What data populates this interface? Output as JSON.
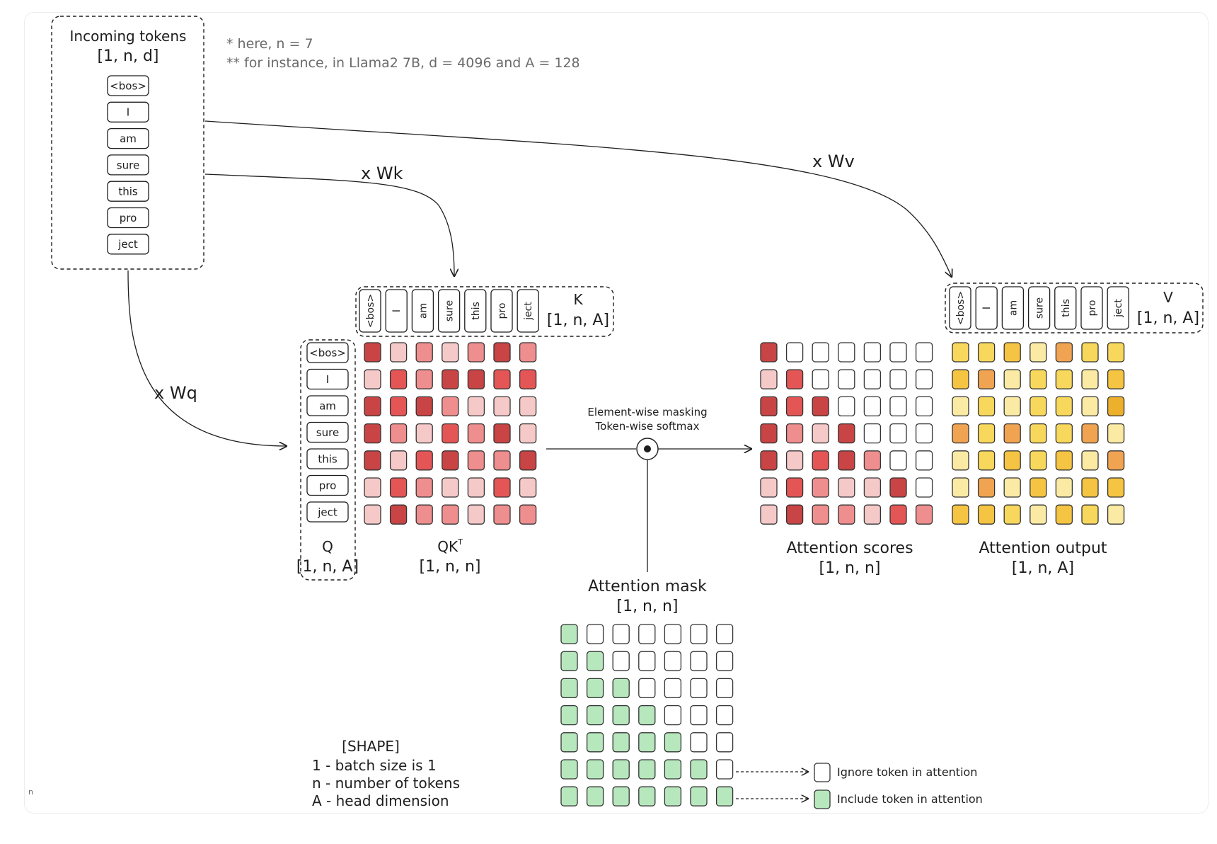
{
  "notes": {
    "line1": "* here, n = 7",
    "line2": "** for instance, in Llama2 7B, d = 4096 and A = 128"
  },
  "incoming": {
    "title": "Incoming tokens",
    "shape": "[1, n, d]"
  },
  "tokens": [
    "<bos>",
    "I",
    "am",
    "sure",
    "this",
    "pro",
    "ject"
  ],
  "ops": {
    "wq": "x Wq",
    "wk": "x Wk",
    "wv": "x Wv"
  },
  "k": {
    "label": "K",
    "shape": "[1, n, A]"
  },
  "v": {
    "label": "V",
    "shape": "[1, n, A]"
  },
  "q": {
    "label": "Q",
    "shape": "[1, n, A]"
  },
  "qk": {
    "label": "QK",
    "sup": "T",
    "shape": "[1, n, n]"
  },
  "masking": {
    "line1": "Element-wise masking",
    "line2": "Token-wise softmax"
  },
  "mask": {
    "label": "Attention mask",
    "shape": "[1, n, n]"
  },
  "scores": {
    "label": "Attention scores",
    "shape": "[1, n, n]"
  },
  "output": {
    "label": "Attention output",
    "shape": "[1, n, A]"
  },
  "legend": {
    "ignore": "Ignore token in attention",
    "include": "Include token in attention"
  },
  "shape_legend": {
    "title": "[SHAPE]",
    "lines": [
      "1 - batch size is 1",
      "n - number of tokens",
      "A - head dimension"
    ]
  },
  "corner_mark": "n",
  "colors": {
    "red": [
      "#f6c9c9",
      "#ef8e8e",
      "#e45656",
      "#c94444"
    ],
    "yellow": [
      "#fbeaa4",
      "#f8d85c",
      "#f4c442",
      "#f0a452",
      "#ecb02c"
    ],
    "green": "#b7e8bd"
  },
  "grids": {
    "qk": [
      [
        3,
        0,
        1,
        0,
        1,
        3,
        1
      ],
      [
        0,
        2,
        1,
        3,
        3,
        2,
        2
      ],
      [
        3,
        2,
        3,
        1,
        0,
        0,
        0
      ],
      [
        3,
        1,
        0,
        2,
        1,
        3,
        0
      ],
      [
        3,
        0,
        2,
        3,
        1,
        1,
        3
      ],
      [
        0,
        2,
        1,
        0,
        0,
        2,
        0
      ],
      [
        0,
        3,
        1,
        1,
        0,
        1,
        1
      ]
    ],
    "scores": [
      [
        3,
        -1,
        -1,
        -1,
        -1,
        -1,
        -1
      ],
      [
        0,
        2,
        -1,
        -1,
        -1,
        -1,
        -1
      ],
      [
        3,
        2,
        3,
        -1,
        -1,
        -1,
        -1
      ],
      [
        3,
        1,
        0,
        3,
        -1,
        -1,
        -1
      ],
      [
        3,
        0,
        2,
        3,
        1,
        -1,
        -1
      ],
      [
        0,
        2,
        1,
        0,
        0,
        3,
        -1
      ],
      [
        0,
        3,
        1,
        1,
        0,
        2,
        1
      ]
    ],
    "output": [
      [
        1,
        1,
        2,
        0,
        3,
        1,
        1
      ],
      [
        2,
        3,
        0,
        1,
        1,
        0,
        2
      ],
      [
        0,
        1,
        0,
        1,
        1,
        0,
        4
      ],
      [
        3,
        1,
        3,
        1,
        1,
        3,
        0
      ],
      [
        0,
        1,
        2,
        1,
        2,
        0,
        3
      ],
      [
        0,
        3,
        0,
        2,
        0,
        2,
        2
      ],
      [
        2,
        2,
        1,
        0,
        2,
        1,
        0
      ]
    ],
    "mask": [
      [
        1,
        0,
        0,
        0,
        0,
        0,
        0
      ],
      [
        1,
        1,
        0,
        0,
        0,
        0,
        0
      ],
      [
        1,
        1,
        1,
        0,
        0,
        0,
        0
      ],
      [
        1,
        1,
        1,
        1,
        0,
        0,
        0
      ],
      [
        1,
        1,
        1,
        1,
        1,
        0,
        0
      ],
      [
        1,
        1,
        1,
        1,
        1,
        1,
        0
      ],
      [
        1,
        1,
        1,
        1,
        1,
        1,
        1
      ]
    ]
  }
}
